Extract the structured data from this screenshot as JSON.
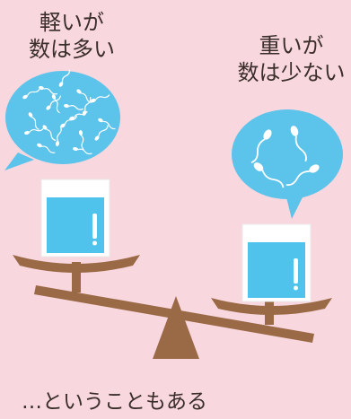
{
  "labels": {
    "light_line1": "軽いが",
    "light_line2": "数は多い",
    "heavy_line1": "重いが",
    "heavy_line2": "数は少ない"
  },
  "caption": "…ということもある",
  "colors": {
    "background": "#f9d7df",
    "bubble": "#5cc3ea",
    "balance": "#9a6a46",
    "water": "#4fc3ec"
  },
  "icons": [
    "speech-bubble-icon",
    "sperm-cell-icon",
    "water-glass-icon",
    "balance-scale-icon"
  ]
}
